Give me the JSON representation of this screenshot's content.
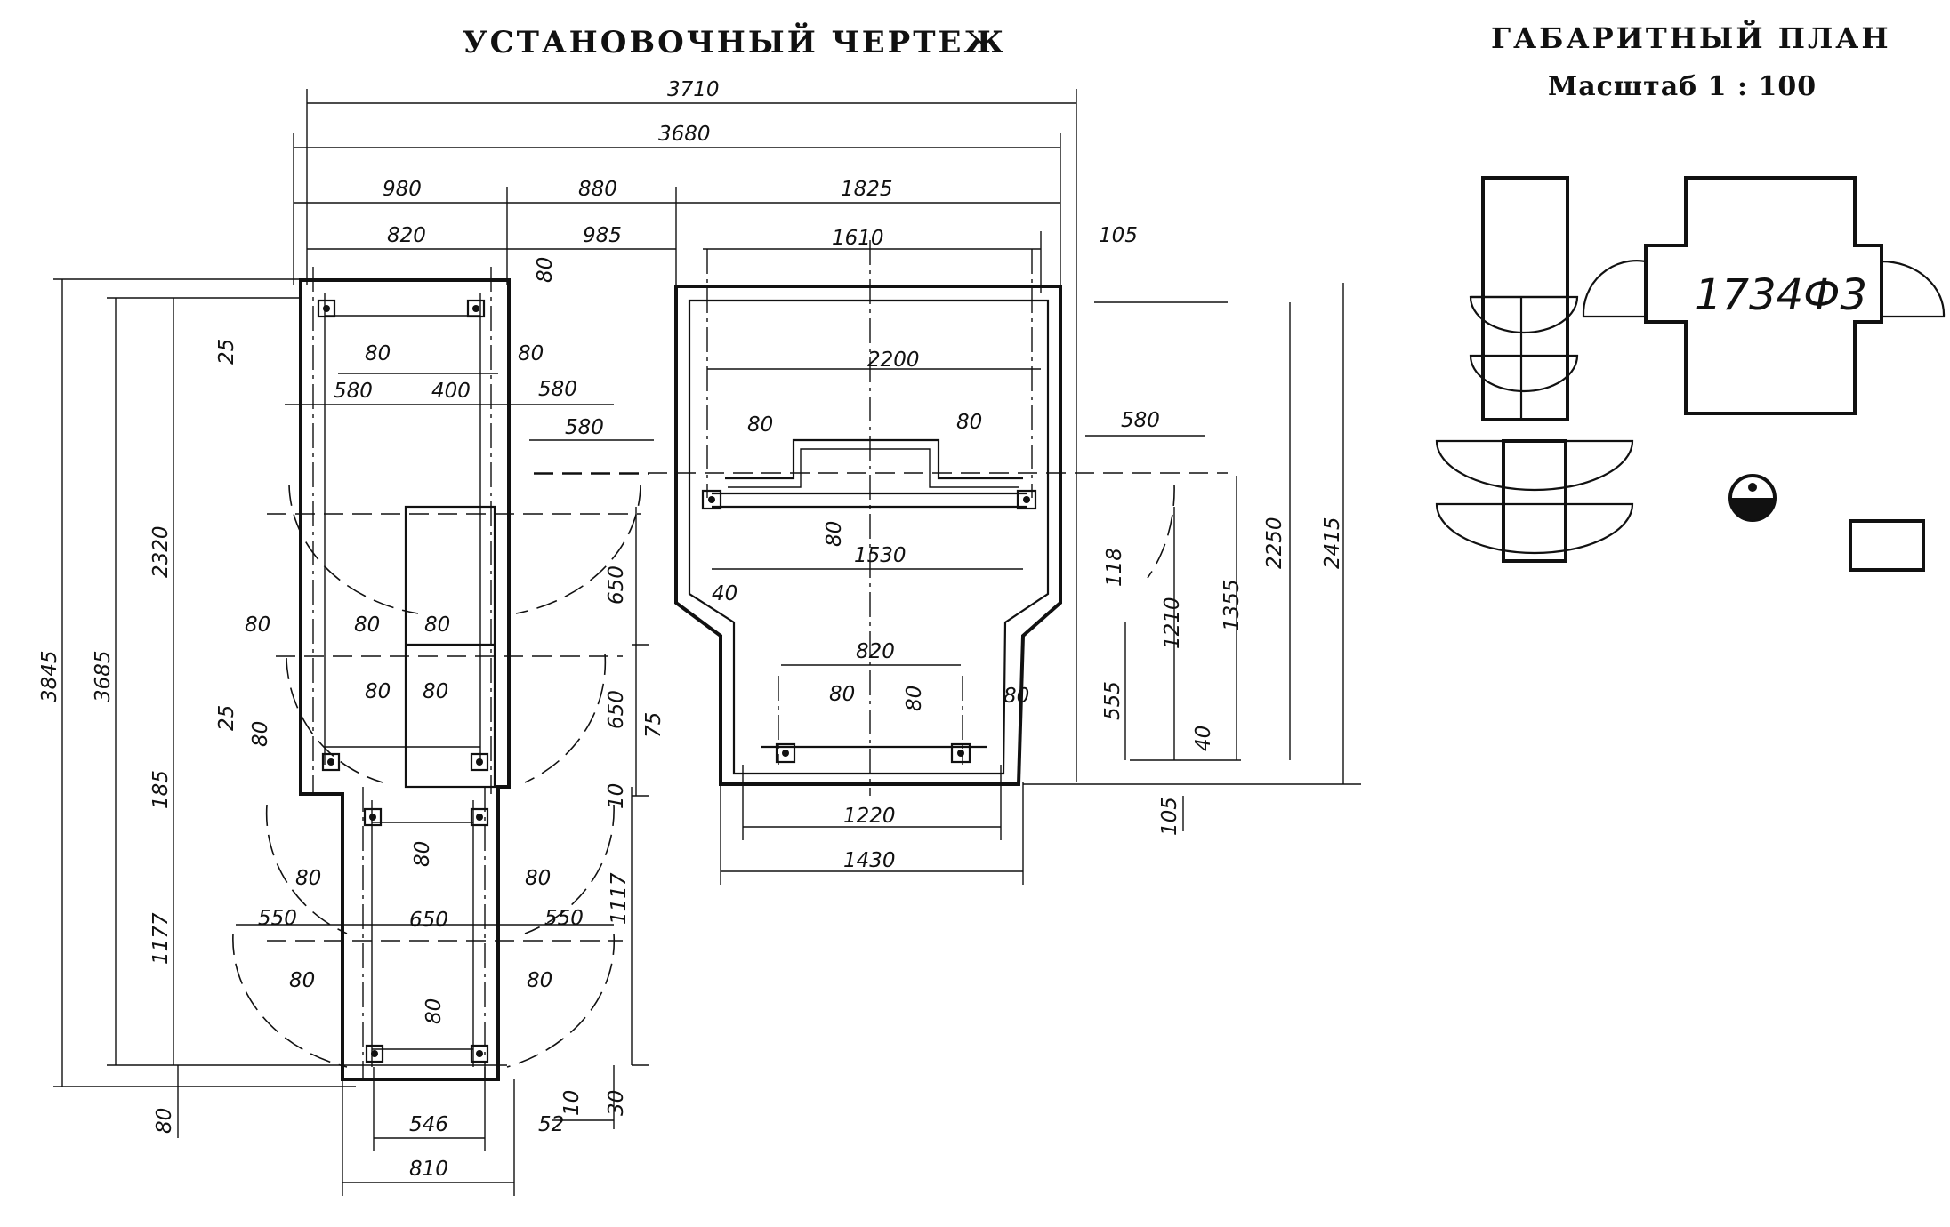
{
  "titles": {
    "installation": "УСТАНОВОЧНЫЙ ЧЕРТЕЖ",
    "dimension_plan": "ГАБАРИТНЫЙ ПЛАН",
    "scale": "Масштаб  1 : 100"
  },
  "machine_label": "1734Ф3",
  "dims": {
    "d3710": "3710",
    "d3680": "3680",
    "d980": "980",
    "d880": "880",
    "d1825": "1825",
    "d820a": "820",
    "d985": "985",
    "d1610": "1610",
    "d105a": "105",
    "d80a": "80",
    "d25a": "25",
    "d80b": "80",
    "d80c": "80",
    "d580a": "580",
    "d400": "400",
    "d580b": "580",
    "d580c": "580",
    "d2200": "2200",
    "d80d": "80",
    "d80e": "80",
    "d580d": "580",
    "d80f": "80",
    "d1530": "1530",
    "d40a": "40",
    "d650a": "650",
    "d2320": "2320",
    "d3845": "3845",
    "d3685": "3685",
    "d80g": "80",
    "d80h": "80",
    "d80i": "80",
    "d80j": "80",
    "d80k": "80",
    "d25b": "25",
    "d80l": "80",
    "d650b": "650",
    "d75": "75",
    "d185": "185",
    "d10a": "10",
    "d820b": "820",
    "d80m": "80",
    "d80n": "80",
    "d80o": "80",
    "d118": "118",
    "d1210": "1210",
    "d1355": "1355",
    "d2250": "2250",
    "d2415": "2415",
    "d555": "555",
    "d40b": "40",
    "d105b": "105",
    "d1220": "1220",
    "d1430": "1430",
    "d80p": "80",
    "d80q": "80",
    "d80r": "80",
    "d550a": "550",
    "d650c": "650",
    "d550b": "550",
    "d1117": "1117",
    "d1177": "1177",
    "d80s": "80",
    "d80t": "80",
    "d80u": "80",
    "d80v": "80",
    "d546": "546",
    "d52": "52",
    "d10b": "10",
    "d30": "30",
    "d810": "810"
  }
}
